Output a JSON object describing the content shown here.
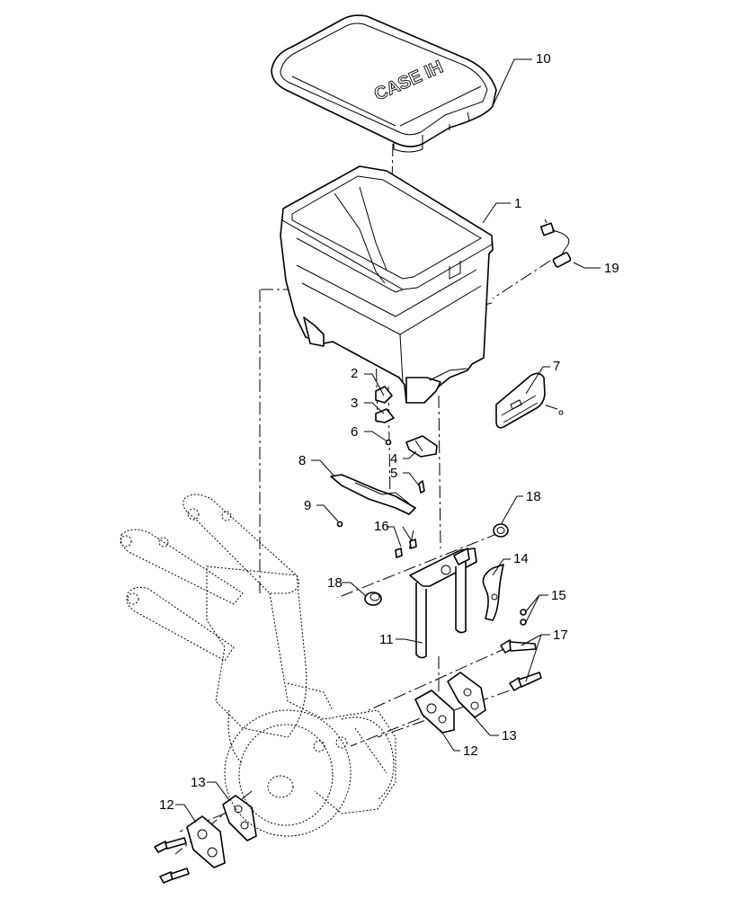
{
  "brand": {
    "logo_text": "CASE IH"
  },
  "callouts": {
    "c1": "1",
    "c2": "2",
    "c3": "3",
    "c4": "4",
    "c5": "5",
    "c6": "6",
    "c7": "7",
    "c8": "8",
    "c9": "9",
    "c10": "10",
    "c11": "11",
    "c12a": "12",
    "c12b": "12",
    "c13a": "13",
    "c13b": "13",
    "c14": "14",
    "c15": "15",
    "c16": "16",
    "c17": "17",
    "c18a": "18",
    "c18b": "18",
    "c19": "19"
  }
}
